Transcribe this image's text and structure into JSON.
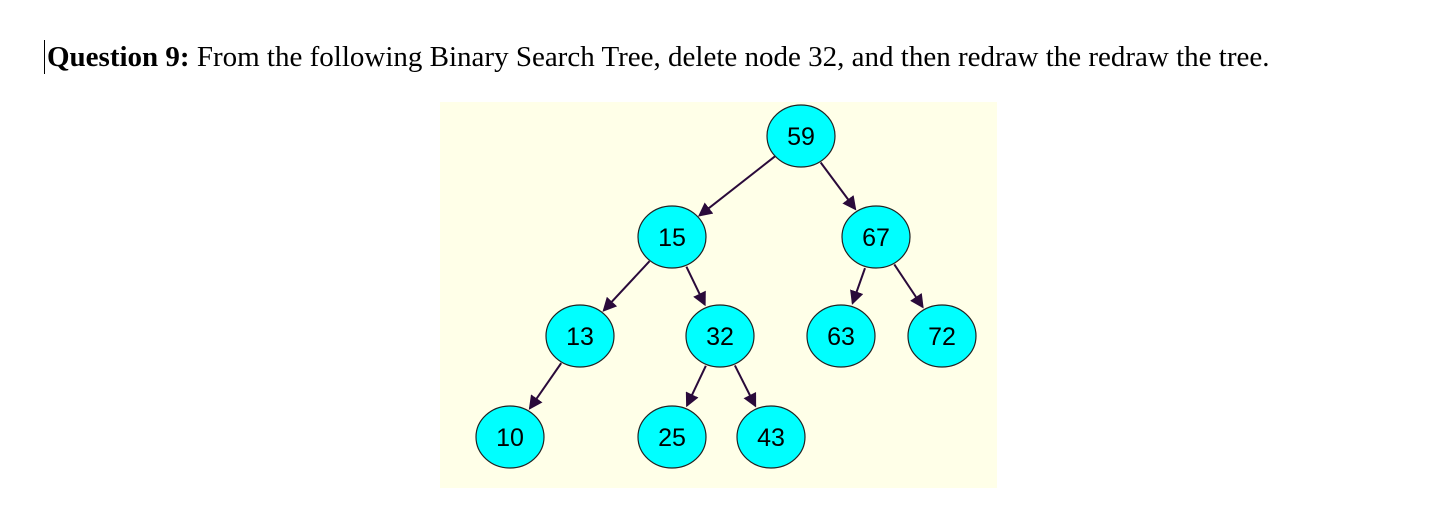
{
  "question": {
    "label": "Question 9:",
    "text": " From the following Binary Search Tree, delete node 32, and then redraw the redraw the tree."
  },
  "tree": {
    "node_fill": "#00ffff",
    "node_stroke": "#222222",
    "edge_color": "#2a0a3a",
    "background": "#ffffe8",
    "nodes": [
      {
        "id": "n59",
        "label": "59"
      },
      {
        "id": "n15",
        "label": "15"
      },
      {
        "id": "n67",
        "label": "67"
      },
      {
        "id": "n13",
        "label": "13"
      },
      {
        "id": "n32",
        "label": "32"
      },
      {
        "id": "n63",
        "label": "63"
      },
      {
        "id": "n72",
        "label": "72"
      },
      {
        "id": "n10",
        "label": "10"
      },
      {
        "id": "n25",
        "label": "25"
      },
      {
        "id": "n43",
        "label": "43"
      }
    ],
    "edges": [
      {
        "from": "n59",
        "to": "n15"
      },
      {
        "from": "n59",
        "to": "n67"
      },
      {
        "from": "n15",
        "to": "n13"
      },
      {
        "from": "n15",
        "to": "n32"
      },
      {
        "from": "n67",
        "to": "n63"
      },
      {
        "from": "n67",
        "to": "n72"
      },
      {
        "from": "n13",
        "to": "n10"
      },
      {
        "from": "n32",
        "to": "n25"
      },
      {
        "from": "n32",
        "to": "n43"
      }
    ]
  }
}
